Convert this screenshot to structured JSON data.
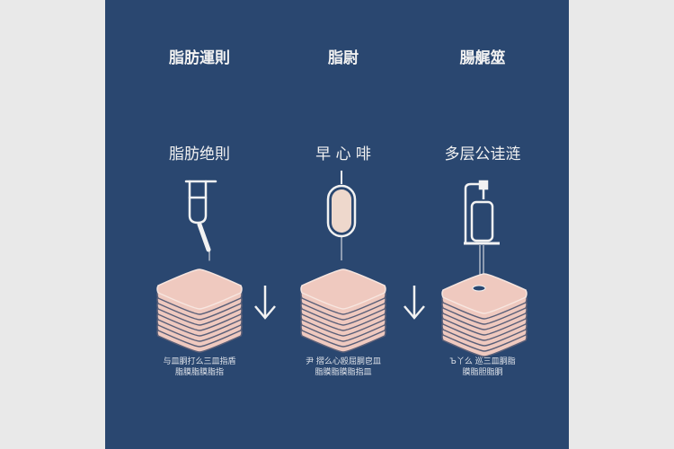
{
  "colors": {
    "background": "#e9e9e9",
    "panel": "#2a4770",
    "pad": "#efc9bf",
    "line": "#f2f2f2"
  },
  "columns": [
    {
      "title": "脂肪運則",
      "subtitle": "脂肪绝則",
      "caption1": "与皿胴打么三皿指盾",
      "caption2": "脂膜脂膜脂指",
      "icon": "pipette-icon"
    },
    {
      "title": "脂尉",
      "subtitle": "早 心  啡",
      "caption1": "尹 摺么心殴屈胴皀皿",
      "caption2": "脂膜脂膜脂指皿",
      "icon": "drip-bag-icon"
    },
    {
      "title": "腸艉筮",
      "subtitle": "多层公诖涟",
      "caption1": "Ъ丫么 巡三皿胴脂",
      "caption2": "膜脂胆脂胴",
      "icon": "dispenser-icon"
    }
  ]
}
